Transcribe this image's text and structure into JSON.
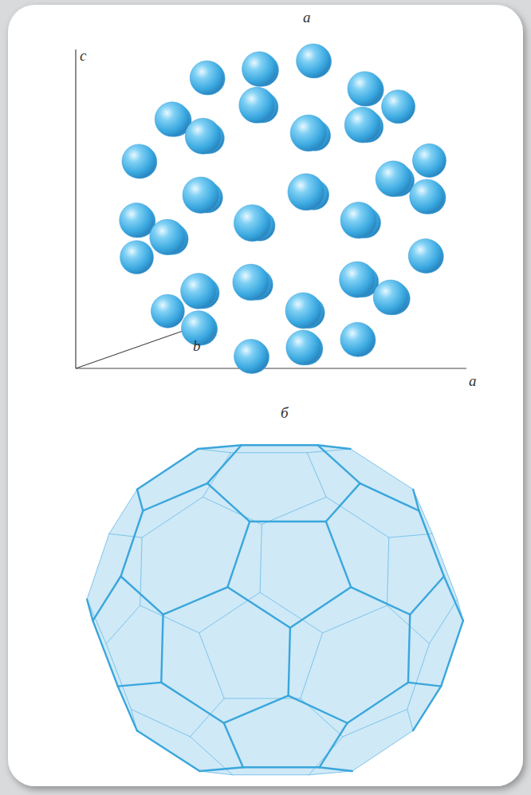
{
  "diagram": {
    "labels": [
      "а",
      "c",
      "b",
      "a",
      "б"
    ]
  }
}
